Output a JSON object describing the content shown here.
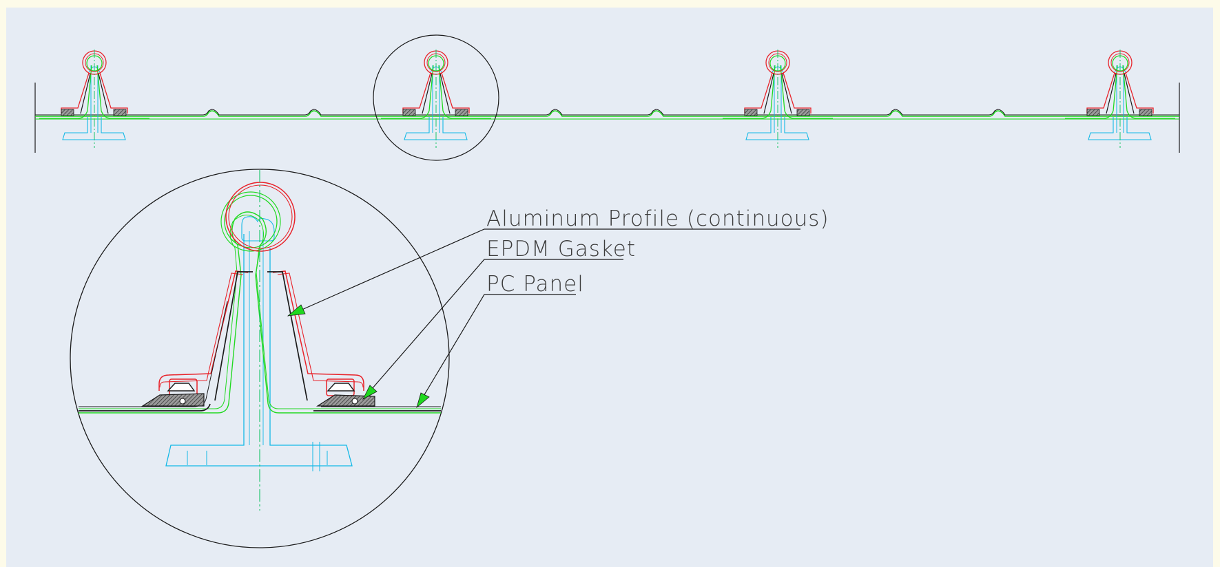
{
  "callouts": {
    "aluminum_profile": "Aluminum Profile (continuous)",
    "epdm_gasket": "EPDM Gasket",
    "pc_panel": "PC Panel"
  },
  "colors": {
    "sheet_background": "#e6ecf4",
    "page_background": "#fdfbe9",
    "aluminum_profile": "#e8232a",
    "epdm_gasket": "#1a1a1a",
    "pc_panel": "#22d922",
    "base_connector": "#12b8e6",
    "centerline": "#18c468",
    "leader_line": "#1a1a1a",
    "arrowhead": "#1fd81f"
  }
}
